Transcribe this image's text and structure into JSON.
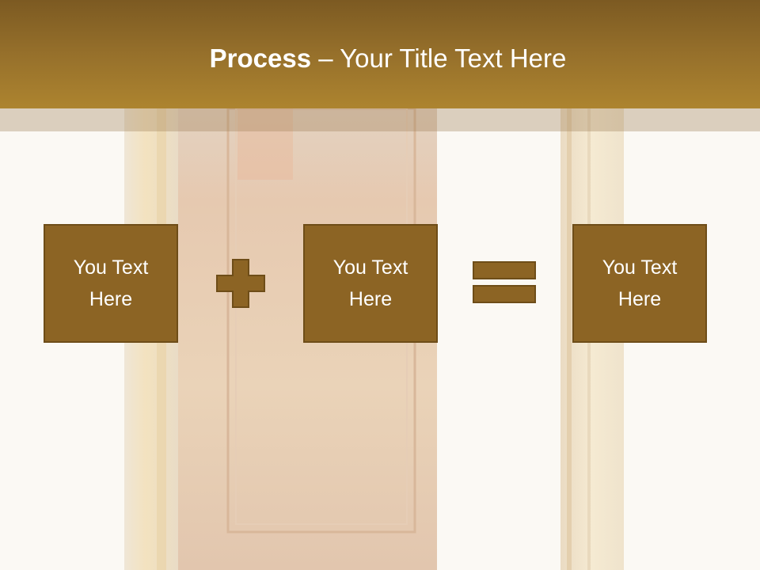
{
  "slide": {
    "title_bold": "Process",
    "title_rest": " – Your Title Text Here"
  },
  "boxes": [
    {
      "label": "You Text Here"
    },
    {
      "label": "You Text Here"
    },
    {
      "label": "You Text Here"
    }
  ],
  "operators": {
    "plus": "plus-icon",
    "equals": "equals-icon"
  },
  "colors": {
    "header": "#96702b",
    "box_fill": "#8c6424",
    "box_border": "#6e4d18",
    "background": "#fbf9f4"
  }
}
